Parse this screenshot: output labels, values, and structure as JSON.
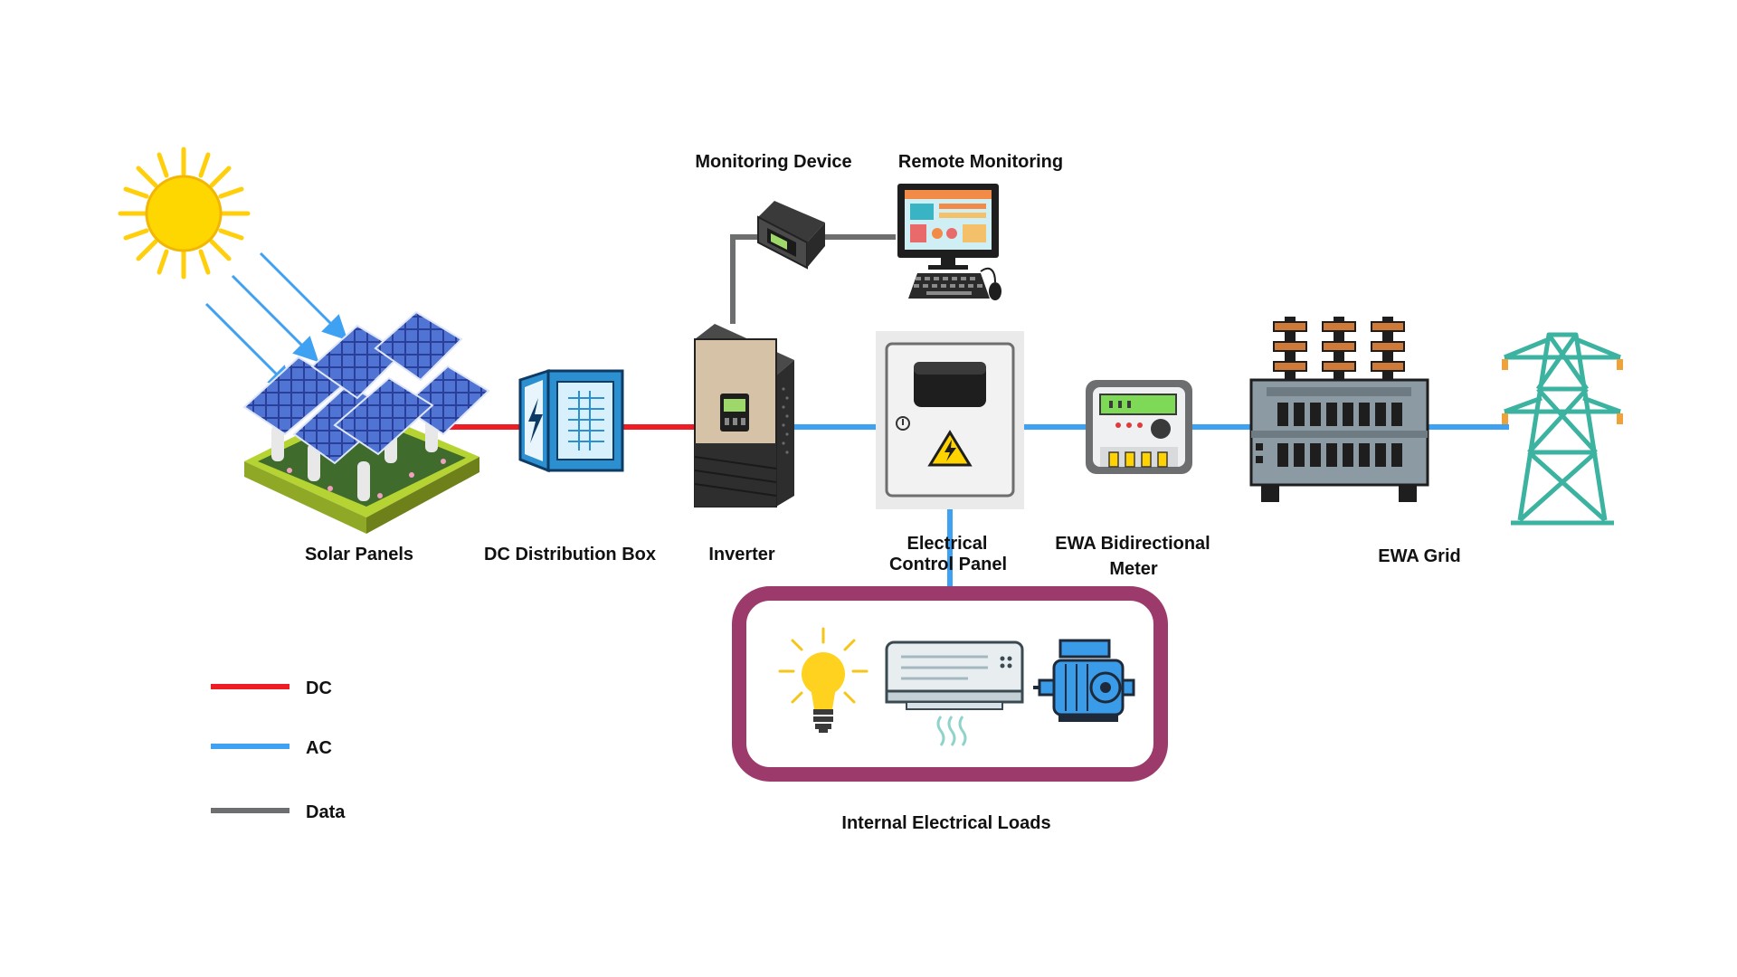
{
  "components": {
    "solar_panels": "Solar Panels",
    "dc_distribution_box": "DC Distribution Box",
    "inverter": "Inverter",
    "monitoring_device": "Monitoring Device",
    "remote_monitoring": "Remote Monitoring",
    "control_panel": [
      "Electrical",
      "Control Panel"
    ],
    "meter": [
      "EWA Bidirectional",
      "Meter"
    ],
    "grid": "EWA Grid",
    "loads": "Internal Electrical Loads"
  },
  "legend": [
    {
      "label": "DC",
      "color": "#ee1c25"
    },
    {
      "label": "AC",
      "color": "#3fa1f2"
    },
    {
      "label": "Data",
      "color": "#6d6e70"
    }
  ],
  "colors": {
    "dc": "#ee1c25",
    "ac": "#3fa1f2",
    "data": "#6d6e70",
    "loads_frame": "#9c3a6c",
    "sun": "#ffcf0c",
    "pylon": "#3bb3a0"
  }
}
